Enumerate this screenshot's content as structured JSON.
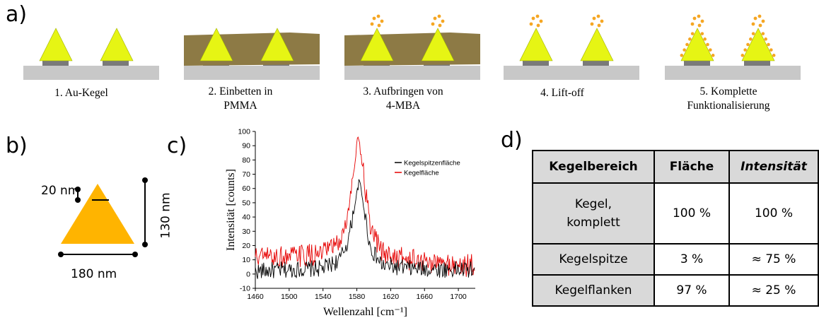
{
  "panels": {
    "a": "a)",
    "b": "b)",
    "c": "c)",
    "d": "d)"
  },
  "steps": [
    {
      "lines": [
        "1. Au-Kegel"
      ],
      "pmma": false,
      "dots_top": false,
      "dots_flank": false
    },
    {
      "lines": [
        "2.  Einbetten in",
        "PMMA"
      ],
      "pmma": true,
      "dots_top": false,
      "dots_flank": false
    },
    {
      "lines": [
        "3. Aufbringen von",
        "4-MBA"
      ],
      "pmma": true,
      "dots_top": true,
      "dots_flank": false
    },
    {
      "lines": [
        "4. Lift-off"
      ],
      "pmma": false,
      "dots_top": true,
      "dots_flank": false
    },
    {
      "lines": [
        "5. Komplette",
        "Funktionalisierung"
      ],
      "pmma": false,
      "dots_top": true,
      "dots_flank": true
    }
  ],
  "colors": {
    "cone": "#e6f514",
    "cone_outline": "#9fb000",
    "substrate": "#c8c8c8",
    "pad": "#7a7a7a",
    "pmma": "#8d7a45",
    "dots": "#f5a623",
    "cone_b": "#ffb400",
    "series_black": "#000000",
    "series_red": "#e60000"
  },
  "dimensions": {
    "tip": "20 nm",
    "height": "130 nm",
    "base": "180 nm"
  },
  "chart_data": {
    "type": "line",
    "xlabel": "Wellenzahl [cm⁻¹]",
    "ylabel": "Intensität [counts]",
    "xlim": [
      1460,
      1720
    ],
    "ylim": [
      -10,
      100
    ],
    "xticks": [
      1460,
      1500,
      1540,
      1580,
      1620,
      1660,
      1700
    ],
    "yticks": [
      -10,
      0,
      10,
      20,
      30,
      40,
      50,
      60,
      70,
      80,
      90,
      100
    ],
    "legend_position": "right",
    "series": [
      {
        "name": "Kegelspitzenfläche",
        "color": "#000000",
        "peak_x": 1583,
        "peak_y": 66,
        "baseline": 3,
        "noise": 6,
        "x": [
          1460,
          1500,
          1540,
          1560,
          1570,
          1578,
          1583,
          1588,
          1596,
          1610,
          1640,
          1700,
          1720
        ],
        "y": [
          2,
          3,
          4,
          10,
          24,
          50,
          66,
          48,
          18,
          6,
          4,
          3,
          3
        ]
      },
      {
        "name": "Kegelfläche",
        "color": "#e60000",
        "peak_x": 1581,
        "peak_y": 100,
        "baseline": 12,
        "noise": 8,
        "x": [
          1460,
          1500,
          1540,
          1560,
          1570,
          1578,
          1581,
          1588,
          1596,
          1610,
          1640,
          1700,
          1720
        ],
        "y": [
          12,
          12,
          14,
          22,
          42,
          80,
          100,
          70,
          30,
          15,
          10,
          6,
          6
        ]
      }
    ]
  },
  "table": {
    "headers": [
      "Kegelbereich",
      "Fläche",
      "Intensität"
    ],
    "rows": [
      {
        "label": [
          "Kegel,",
          "komplett"
        ],
        "area": "100 %",
        "intensity": "100 %"
      },
      {
        "label": [
          "Kegelspitze"
        ],
        "area": "3 %",
        "intensity": "≈ 75 %"
      },
      {
        "label": [
          "Kegelflanken"
        ],
        "area": "97 %",
        "intensity": "≈ 25 %"
      }
    ]
  }
}
